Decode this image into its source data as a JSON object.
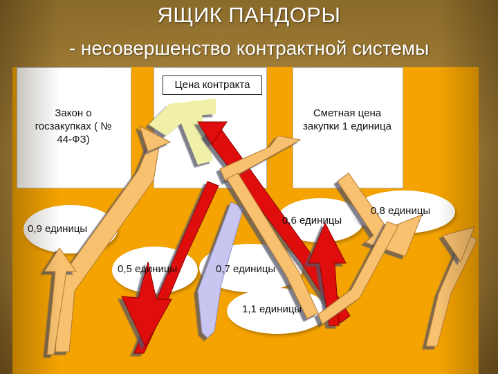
{
  "title": "ЯЩИК ПАНДОРЫ",
  "subtitle": "- несовершенство контрактной системы",
  "boxes": {
    "law": "Закон о госзакупках ( № 44-ФЗ)",
    "contract_price": "Цена контракта",
    "estimate": "Сметная цена закупки 1 единица"
  },
  "ovals": {
    "o09": "0,9 единицы",
    "o05": "0,5 единицы",
    "o07": "0,7 единицы",
    "o06": "0,6 единицы",
    "o08": "0,8 единицы",
    "o11": "1,1 единицы"
  },
  "colors": {
    "panel": "#f4a300",
    "arrow_orange": "#f7c170",
    "arrow_red": "#e01010",
    "arrow_lilac": "#c8c6f0",
    "arrow_yellow": "#f0f0a8"
  }
}
